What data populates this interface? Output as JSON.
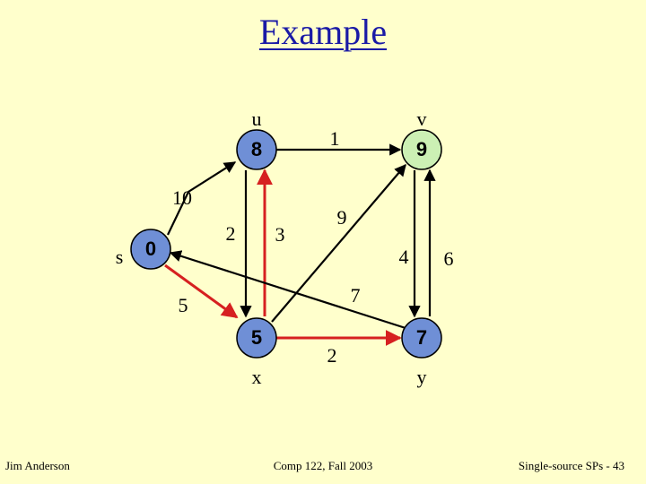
{
  "title": "Example",
  "footer": {
    "author": "Jim Anderson",
    "course": "Comp 122, Fall 2003",
    "page": "Single-source SPs -  43"
  },
  "colors": {
    "background": "#ffffcc",
    "title": "#1a1aa6",
    "node_default": "#6f8fd6",
    "node_current": "#ccf0b4",
    "edge": "#000000",
    "tree_edge": "#d62020"
  },
  "graph": {
    "nodes": [
      {
        "id": "s",
        "label": "s",
        "value": "0",
        "state": "default"
      },
      {
        "id": "u",
        "label": "u",
        "value": "8",
        "state": "default"
      },
      {
        "id": "v",
        "label": "v",
        "value": "9",
        "state": "current"
      },
      {
        "id": "x",
        "label": "x",
        "value": "5",
        "state": "default"
      },
      {
        "id": "y",
        "label": "y",
        "value": "7",
        "state": "default"
      }
    ],
    "edges": [
      {
        "from": "s",
        "to": "u",
        "weight": "10",
        "tree": false
      },
      {
        "from": "s",
        "to": "x",
        "weight": "5",
        "tree": true
      },
      {
        "from": "u",
        "to": "v",
        "weight": "1",
        "tree": false
      },
      {
        "from": "u",
        "to": "x",
        "weight": "2",
        "tree": false
      },
      {
        "from": "x",
        "to": "u",
        "weight": "3",
        "tree": true
      },
      {
        "from": "x",
        "to": "v",
        "weight": "9",
        "tree": false
      },
      {
        "from": "x",
        "to": "y",
        "weight": "2",
        "tree": true
      },
      {
        "from": "v",
        "to": "y",
        "weight": "4",
        "tree": false
      },
      {
        "from": "y",
        "to": "v",
        "weight": "6",
        "tree": false
      },
      {
        "from": "y",
        "to": "s",
        "weight": "7",
        "tree": false
      }
    ]
  }
}
